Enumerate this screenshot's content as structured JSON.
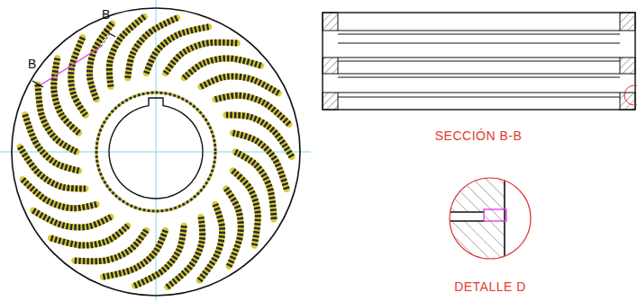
{
  "diagram": {
    "labels": [
      "B",
      "B",
      "SECCIÓN B-B",
      "DETALLE D"
    ]
  }
}
